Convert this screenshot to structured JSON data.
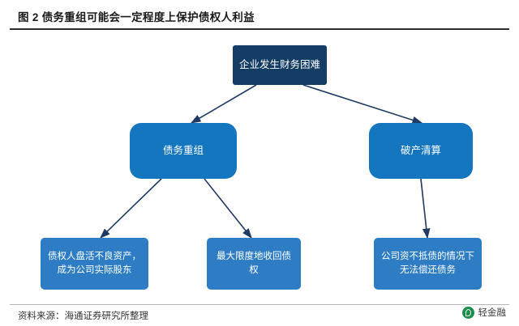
{
  "header": {
    "title": "图 2  债务重组可能会一定程度上保护债权人利益"
  },
  "footer": {
    "source": "资料来源：海通证券研究所整理",
    "watermark": "轻金融"
  },
  "diagram": {
    "type": "flowchart",
    "nodes": [
      {
        "id": "root",
        "label": "企业发生财务困难",
        "level": 0,
        "color": "#143d66"
      },
      {
        "id": "restructure",
        "label": "债务重组",
        "level": 1,
        "color": "#1576c0"
      },
      {
        "id": "liquidation",
        "label": "破产清算",
        "level": 1,
        "color": "#1576c0"
      },
      {
        "id": "leaf1",
        "label": "债权人盘活不良资产，成为公司实际股东",
        "level": 2,
        "color": "#2e7dc4"
      },
      {
        "id": "leaf2",
        "label": "最大限度地收回债权",
        "level": 2,
        "color": "#2e7dc4"
      },
      {
        "id": "leaf3",
        "label": "公司资不抵债的情况下无法偿还债务",
        "level": 2,
        "color": "#2e7dc4"
      }
    ],
    "edges": [
      {
        "from": "root",
        "to": "restructure"
      },
      {
        "from": "root",
        "to": "liquidation"
      },
      {
        "from": "restructure",
        "to": "leaf1"
      },
      {
        "from": "restructure",
        "to": "leaf2"
      },
      {
        "from": "liquidation",
        "to": "leaf3"
      }
    ]
  }
}
